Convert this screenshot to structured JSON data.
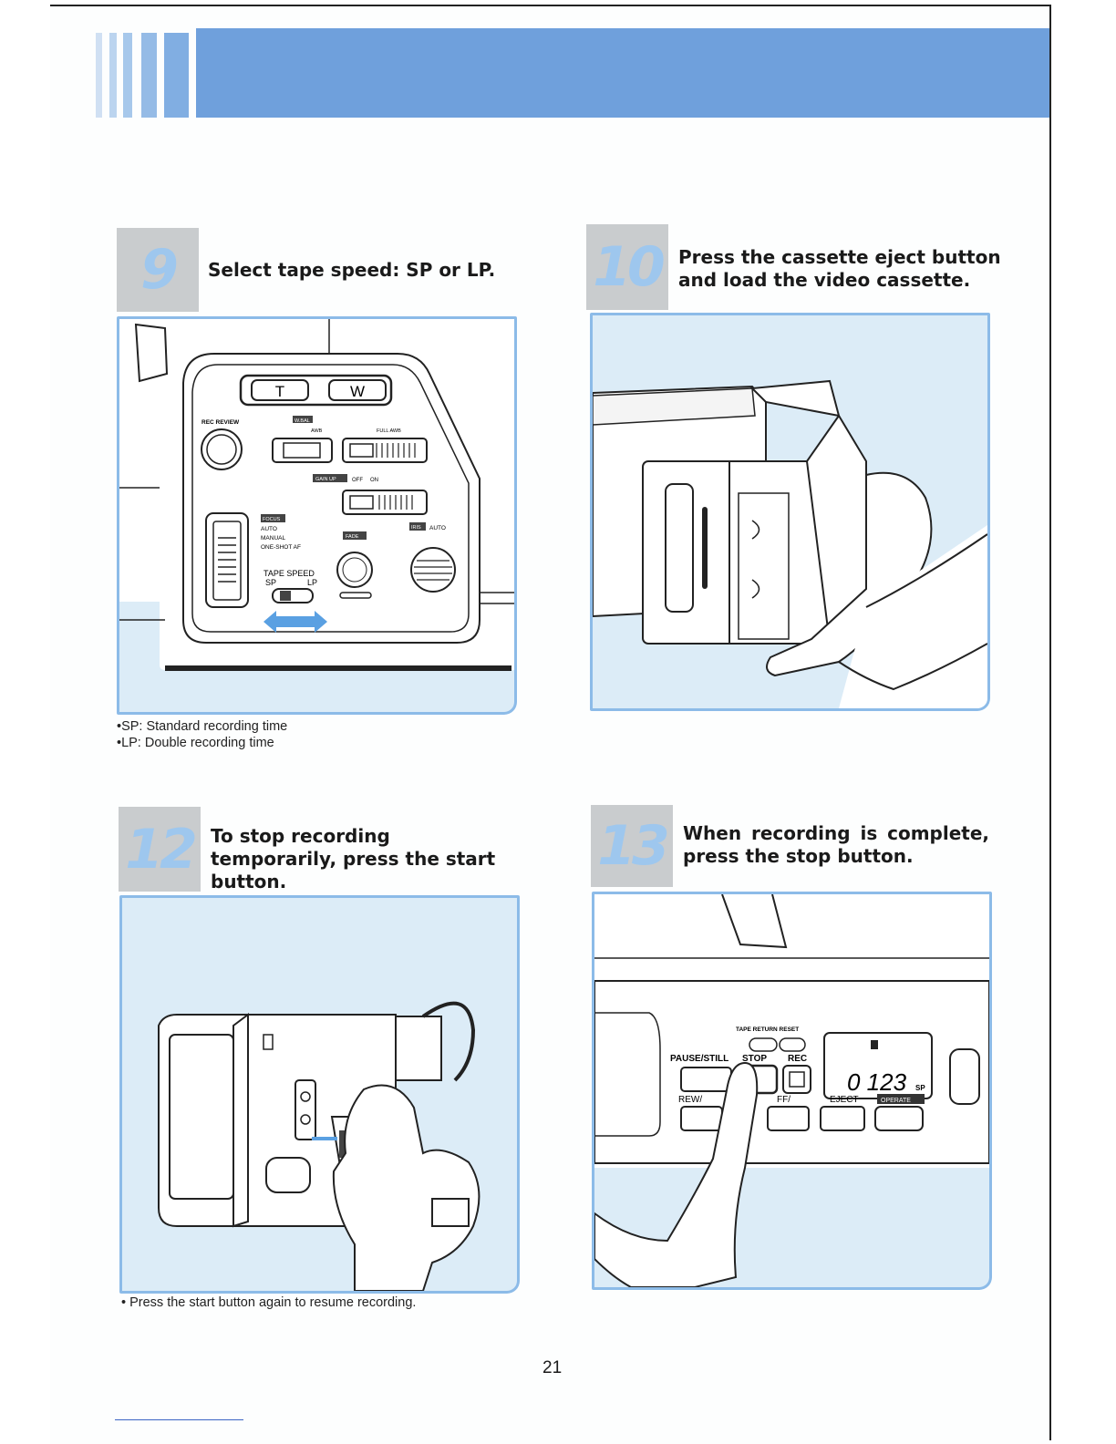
{
  "steps": {
    "s9": {
      "number": "9",
      "heading": "Select tape speed: SP or LP.",
      "notes": [
        "•SP: Standard recording time",
        "•LP: Double recording time"
      ]
    },
    "s10": {
      "number": "10",
      "heading": "Press the cassette eject button and load the video cassette."
    },
    "s12": {
      "number": "12",
      "heading": "To stop recording temporarily, press the start button.",
      "notes": [
        "• Press the start button again to resume recording."
      ]
    },
    "s13": {
      "number": "13",
      "heading": "When recording is complete, press the stop button."
    }
  },
  "panel_labels": {
    "t": "T",
    "w": "W",
    "rec_review": "REC REVIEW",
    "w_bal": "W.BAL",
    "awb": "AWB",
    "full_awb": "FULL AWB",
    "gain_up": "GAIN UP",
    "off": "OFF",
    "on": "ON",
    "focus": "FOCUS",
    "auto": "AUTO",
    "manual": "MANUAL",
    "one_shot_af": "ONE-SHOT AF",
    "fade": "FADE",
    "iris": "IRIS",
    "iris_auto": "AUTO",
    "tape_speed": "TAPE SPEED",
    "sp": "SP",
    "lp": "LP"
  },
  "deck_labels": {
    "tape_return_reset": "TAPE RETURN RESET",
    "pause_still": "PAUSE/STILL",
    "stop": "STOP",
    "rec": "REC",
    "rew": "REW/",
    "ff": "FF/",
    "eject": "EJECT",
    "operate": "OPERATE",
    "counter": "0 123",
    "counter_mode": "SP"
  },
  "page_number": "21",
  "colors": {
    "banner": "#6fa0dc",
    "panel_border": "#8cbbe8",
    "panel_fill": "#dcecf7",
    "number_box": "#c9ccce",
    "number_text": "#9ec7ee"
  }
}
